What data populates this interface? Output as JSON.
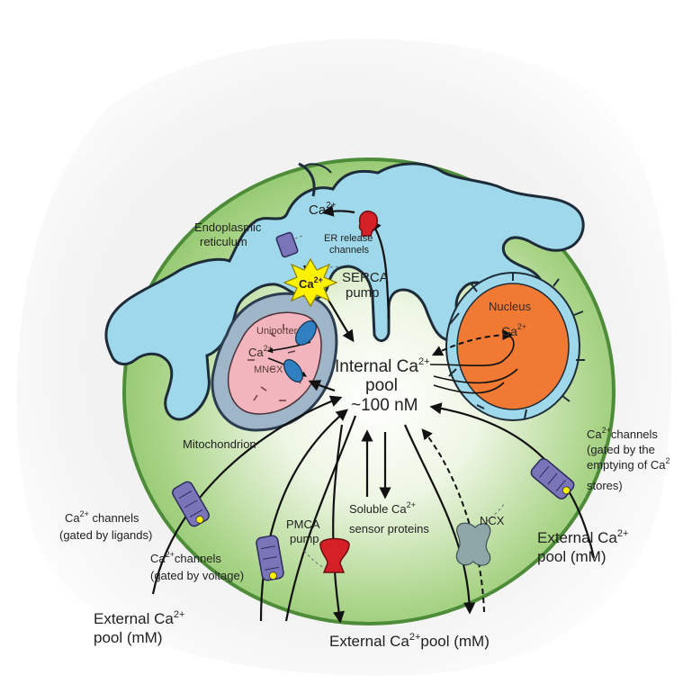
{
  "labels": {
    "er_title_line1": "Endoplasmic",
    "er_title_line2": "reticulum",
    "er_ca": "Ca",
    "er_ca_sup": "2+",
    "er_release_line1": "ER release",
    "er_release_line2": "channels",
    "serca_line1": "SERCA",
    "serca_line2": "pump",
    "star_ca": "Ca",
    "star_ca_sup": "2+",
    "uniporter": "Uniporter",
    "mito_ca": "Ca",
    "mito_ca_sup": "2+",
    "mncx": "MNCX",
    "mitochondrion": "Mitochondrion",
    "nucleus": "Nucleus",
    "nucleus_ca": "Ca",
    "nucleus_ca_sup": "2+",
    "internal_line1": "Internal Ca",
    "internal_sup": "2+",
    "internal_line2": "pool",
    "internal_line3": "~100 nM",
    "soluble_line1": "Soluble Ca",
    "soluble_sup": "2+",
    "soluble_line2": "sensor proteins",
    "ncx": "NCX",
    "soc_line1_a": "Ca",
    "soc_line1_sup": "2+",
    "soc_line1_b": "channels",
    "soc_line2": "(gated by the",
    "soc_line3_a": "emptying of Ca",
    "soc_line3_sup": "2",
    "soc_line4": "stores)",
    "ligand_line1_a": "Ca",
    "ligand_line1_sup": "2+",
    "ligand_line1_b": " channels",
    "ligand_line2": "(gated by ligands)",
    "voltage_line1_a": "Ca",
    "voltage_line1_sup": "2+",
    "voltage_line1_b": "channels",
    "voltage_line2": "(gated by voltage)",
    "pmca_line1": "PMCA",
    "pmca_line2": "pump",
    "ext_left_line1_a": "External Ca",
    "ext_left_sup": "2+",
    "ext_left_line2": "pool (mM)",
    "ext_bottom_a": "External Ca",
    "ext_bottom_sup": "2+",
    "ext_bottom_b": "pool (mM)",
    "ext_right_line1_a": "External Ca",
    "ext_right_sup": "2+",
    "ext_right_line2": "pool (mM)"
  },
  "colors": {
    "cell_green": "#8cc56a",
    "cell_rim": "#4e8c3a",
    "er_blue": "#9fd8ea",
    "er_outline": "#1d2c38",
    "mito_outer": "#9fb5c8",
    "mito_inner": "#f2b5bd",
    "nucleus_fill": "#f07a34",
    "channel_purple": "#7a75b8",
    "pmca_red": "#d62028",
    "ncx_grey": "#8fa6a8",
    "star_yellow": "#fff200"
  }
}
